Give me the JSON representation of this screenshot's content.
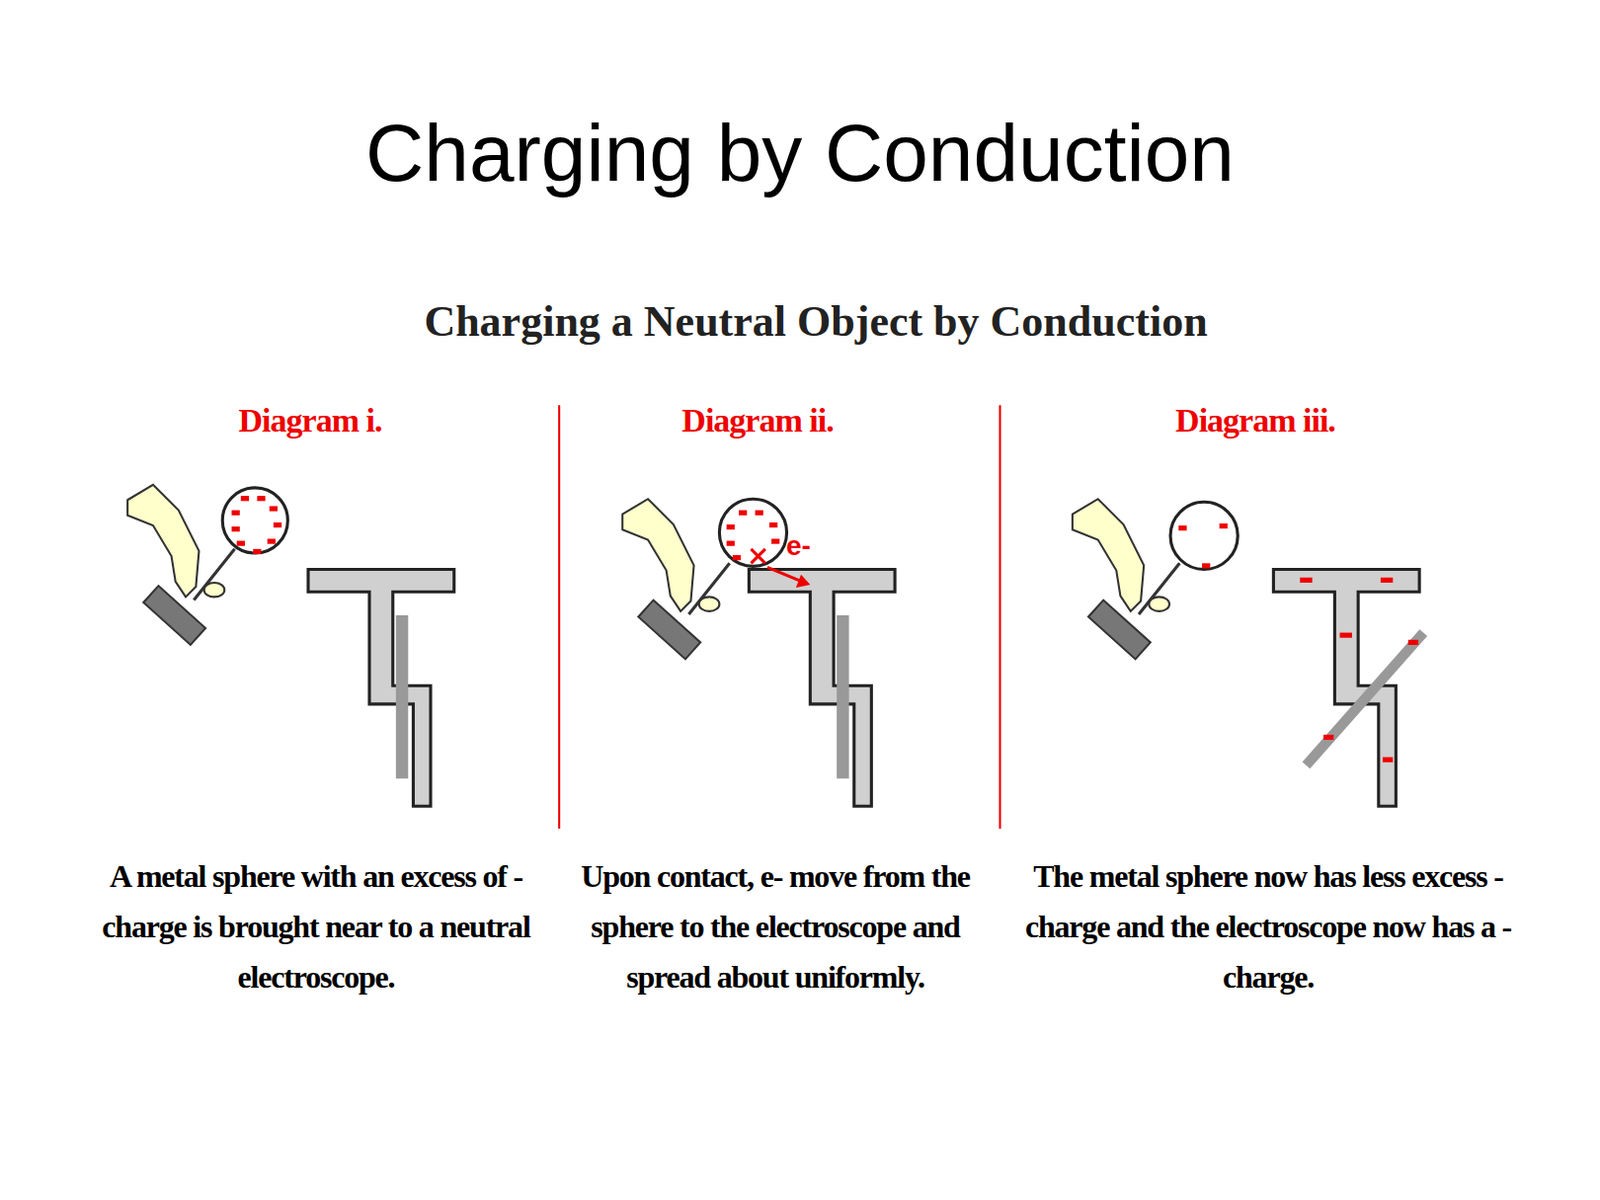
{
  "diagram": {
    "title": "Charging by Conduction",
    "labels": [
      "Charging a Neutral Object by Conduction",
      "Diagram i.",
      "Diagram ii.",
      "Diagram iii.",
      "e-",
      "A metal sphere with an excess of - charge is brought near to a neutral electroscope.",
      "Upon contact, e- move from the sphere to the electroscope and spread about uniformly.",
      "The metal sphere now has less excess - charge and the electroscope now has a - charge."
    ]
  }
}
